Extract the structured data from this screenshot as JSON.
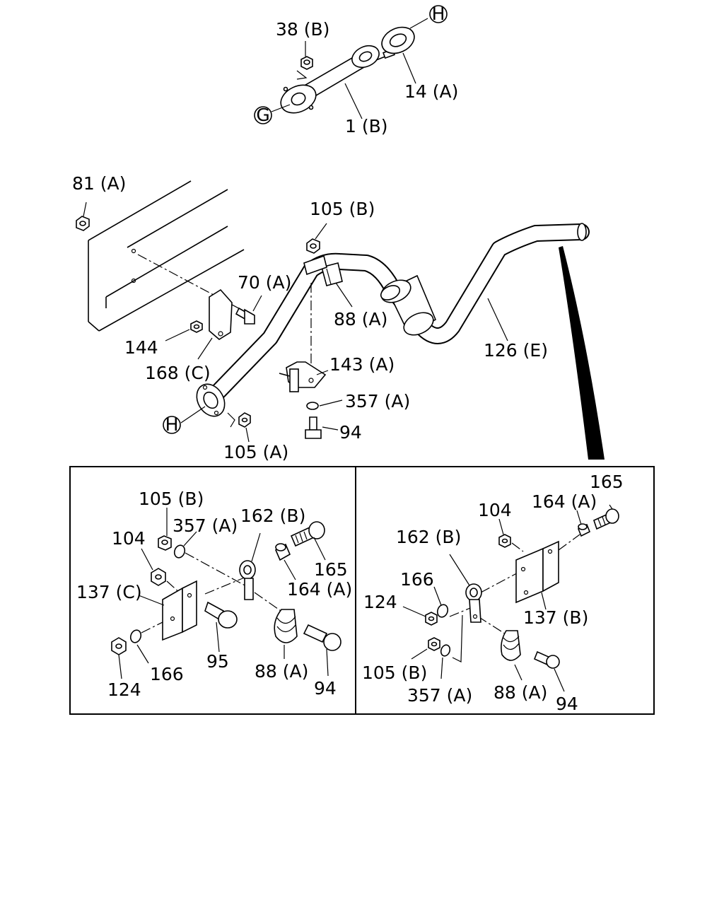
{
  "labels": {
    "top_nut_38b": "38 (B)",
    "top_gasket_14a": "14 (A)",
    "top_pipe_1b": "1 (B)",
    "conn_g": "G",
    "conn_h_top": "H",
    "nut_81a": "81 (A)",
    "nut_105b_main": "105 (B)",
    "bolt_70a": "70 (A)",
    "clamp_88a_main": "88 (A)",
    "nut_144": "144",
    "bracket_168c": "168 (C)",
    "bracket_143a": "143 (A)",
    "washer_357a_main": "357 (A)",
    "bolt_94_main": "94",
    "nut_105a": "105 (A)",
    "pipe_126e": "126 (E)",
    "conn_h_main": "H"
  },
  "left_inset": {
    "nut_105b": "105 (B)",
    "washer_357a": "357 (A)",
    "rubber_162b": "162 (B)",
    "nut_104": "104",
    "collar_164a": "164 (A)",
    "bolt_165": "165",
    "bracket_137c": "137 (C)",
    "bolt_95": "95",
    "clamp_88a": "88 (A)",
    "bolt_94": "94",
    "nut_124": "124",
    "washer_166": "166"
  },
  "right_inset": {
    "bolt_165": "165",
    "nut_104": "104",
    "collar_164a": "164 (A)",
    "rubber_162b": "162 (B)",
    "washer_166": "166",
    "nut_124": "124",
    "bracket_137b": "137 (B)",
    "nut_105b": "105 (B)",
    "washer_357a": "357 (A)",
    "clamp_88a": "88 (A)",
    "bolt_94": "94"
  }
}
